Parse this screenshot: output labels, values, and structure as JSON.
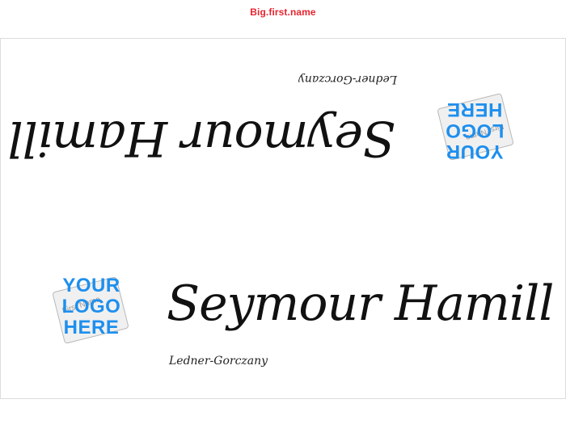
{
  "brand": "Big.first.name",
  "card": {
    "name": "Seymour Hamill",
    "company": "Ledner-Gorczany",
    "logo": {
      "line1": "YOUR",
      "line2": "LOGO",
      "line3": "HERE",
      "underlay": "First Name",
      "color": "#1e8fee"
    }
  },
  "colors": {
    "brand": "#e8242f"
  }
}
